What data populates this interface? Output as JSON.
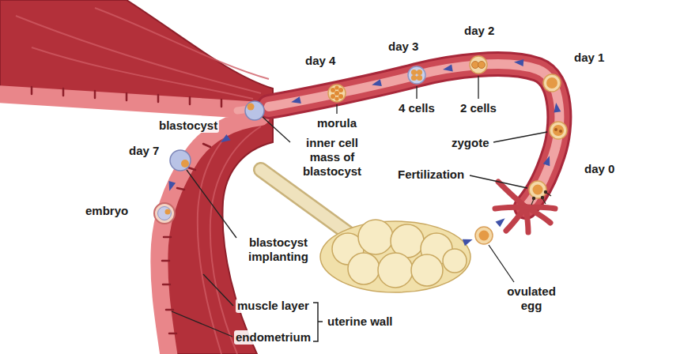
{
  "diagram": {
    "labels": [
      "day 4",
      "day 3",
      "day 2",
      "day 1",
      "blastocyst",
      "morula",
      "4 cells",
      "2 cells",
      "zygote",
      "inner cell mass of blastocyst",
      "day 7",
      "Fertilization",
      "day 0",
      "embryo",
      "blastocyst implanting",
      "ovulated egg",
      "muscle layer",
      "endometrium",
      "uterine wall"
    ]
  }
}
